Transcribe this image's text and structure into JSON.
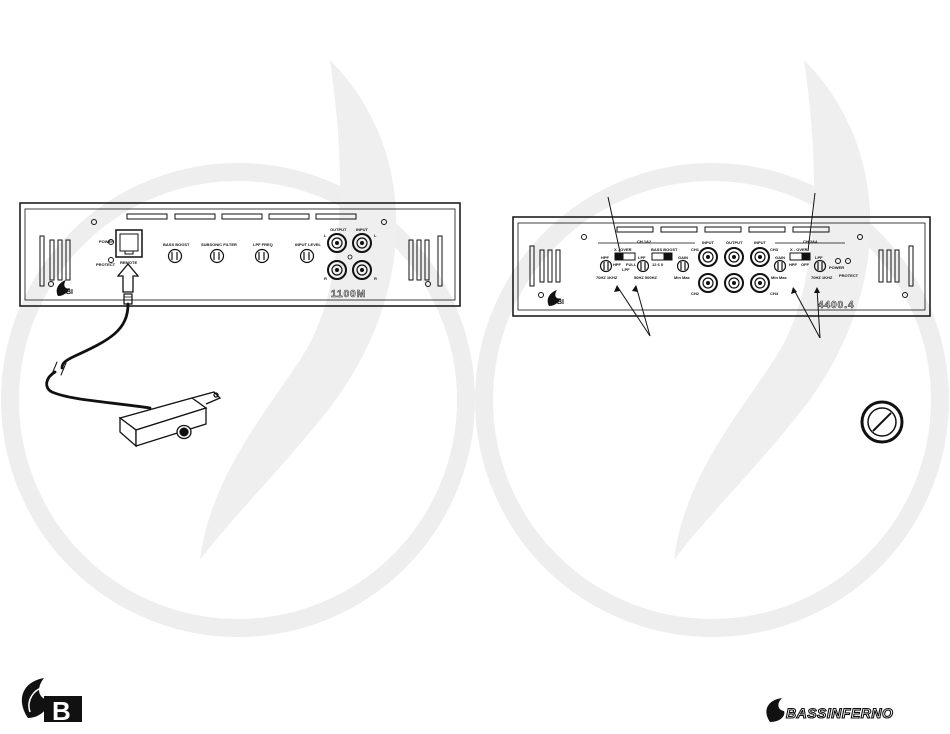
{
  "colors": {
    "line": "#111111",
    "watermark": "#eeeeee",
    "panel": "#ffffff"
  },
  "amp_left": {
    "model": "1100M",
    "labels": {
      "power": "POWER",
      "protect": "PROTECT",
      "remote": "REMOTE",
      "knob1": "BASS BOOST",
      "knob2": "SUBSONIC FILTER",
      "knob3": "LPF FREQ",
      "knob4": "INPUT LEVEL",
      "output": "OUTPUT",
      "input": "INPUT",
      "l": "L",
      "r": "R"
    }
  },
  "amp_right": {
    "model": "4400.4",
    "labels": {
      "ch12": "CH 1&2",
      "ch34": "CH 3&4",
      "xover_left": "X - OVER",
      "xover_right": "X - OVER",
      "bass_boost": "BASS BOOST",
      "bb_nums": "12  6  0",
      "hpf": "HPF",
      "lpf": "LPF",
      "full": "FULL",
      "off": "OFF",
      "gain": "GAIN",
      "input": "INPUT",
      "output": "OUTPUT",
      "ch1": "CH1",
      "ch2": "CH2",
      "ch3": "CH3",
      "ch4": "CH4",
      "freq1": "70HZ  1KHZ",
      "freq2": "50HZ  500HZ",
      "min_max": "Min  Max",
      "power": "POWER",
      "protect": "PROTECT"
    }
  },
  "brand": {
    "name": "BASSINFERNO",
    "logo_letter": "B",
    "badge": "BI"
  },
  "icons": [
    "flame-logo-icon",
    "knob-icon",
    "rca-jack-icon",
    "remote-port-icon",
    "arrow-icon"
  ]
}
